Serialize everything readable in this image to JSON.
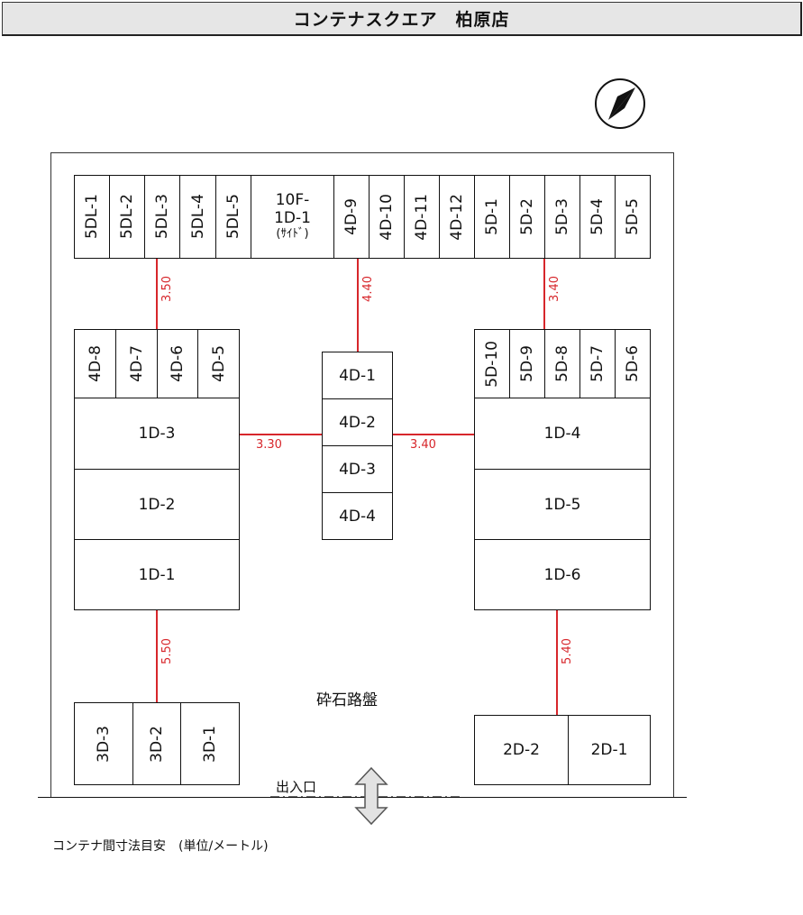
{
  "header": {
    "title": "コンテナスクエア　柏原店"
  },
  "labels": {
    "road_surface": "砕石路盤",
    "entrance": "出入口",
    "footnote": "コンテナ間寸法目安　(単位/メートル)"
  },
  "colors": {
    "dimension": "#d7262b",
    "title_bg": "#e6e6e6"
  },
  "icons": {
    "compass": "north-arrow-icon",
    "entrance": "double-arrow-icon"
  },
  "rows": {
    "top_left": [
      "5DL-1",
      "5DL-2",
      "5DL-3",
      "5DL-4",
      "5DL-5"
    ],
    "top_center_unit": [
      "10F-",
      "1D-1",
      "(ｻｲﾄﾞ)"
    ],
    "top_middle": [
      "4D-9",
      "4D-10",
      "4D-11",
      "4D-12"
    ],
    "top_right": [
      "5D-1",
      "5D-2",
      "5D-3",
      "5D-4",
      "5D-5"
    ],
    "left_upper": [
      "4D-8",
      "4D-7",
      "4D-6",
      "4D-5"
    ],
    "left_large": [
      "1D-3",
      "1D-2",
      "1D-1"
    ],
    "center_stack": [
      "4D-1",
      "4D-2",
      "4D-3",
      "4D-4"
    ],
    "right_upper": [
      "5D-10",
      "5D-9",
      "5D-8",
      "5D-7",
      "5D-6"
    ],
    "right_large": [
      "1D-4",
      "1D-5",
      "1D-6"
    ],
    "bottom_left": [
      "3D-3",
      "3D-2",
      "3D-1"
    ],
    "bottom_right": [
      "2D-2",
      "2D-1"
    ]
  },
  "dimensions": {
    "left_top_gap": "3.50",
    "center_top_gap": "4.40",
    "right_top_gap": "3.40",
    "left_center_gap": "3.30",
    "center_right_gap": "3.40",
    "left_bottom_gap": "5.50",
    "right_bottom_gap": "5.40"
  }
}
